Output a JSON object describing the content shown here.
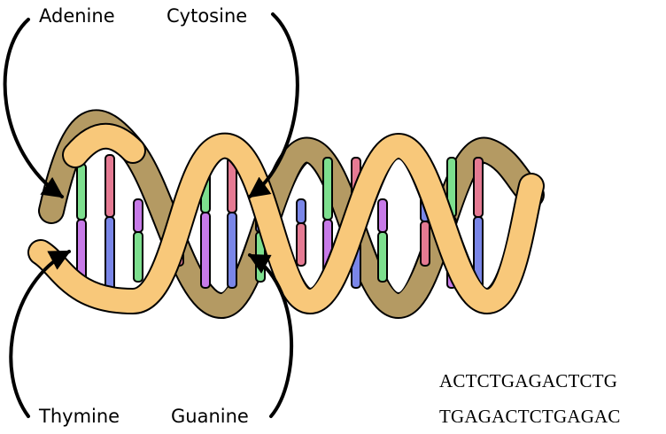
{
  "labels": {
    "adenine": "Adenine",
    "cytosine": "Cytosine",
    "thymine": "Thymine",
    "guanine": "Guanine"
  },
  "sequence": {
    "line1": "ACTCTGAGACTCTG",
    "line2": "TGAGACTCTGAGAC"
  },
  "colors": {
    "adenine": "#7ddf8e",
    "thymine": "#c77ae8",
    "cytosine": "#e57a93",
    "guanine": "#7a86e8",
    "ribbon_front": "#f8c87a",
    "ribbon_back": "#b49a63"
  }
}
